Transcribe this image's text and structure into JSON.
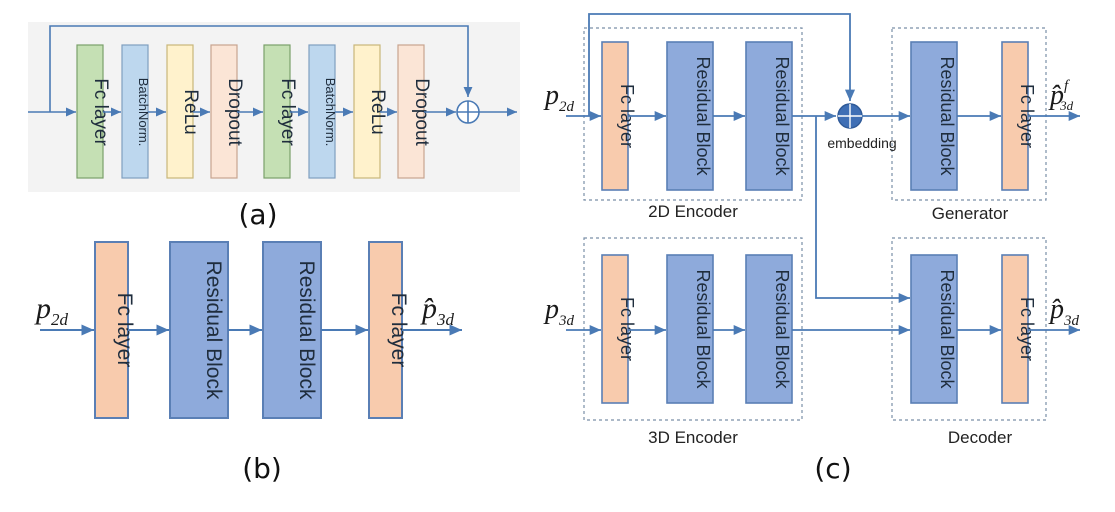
{
  "panel_a": {
    "caption": "(a)",
    "blocks": [
      "Fc layer",
      "BatchNorm.",
      "ReLu",
      "Dropout",
      "Fc layer",
      "BatchNorm.",
      "ReLu",
      "Dropout"
    ]
  },
  "panel_b": {
    "caption": "(b)",
    "input_var": "p",
    "input_sub": "2d",
    "output_var": "p̂",
    "output_sub": "3d",
    "blocks": [
      "Fc layer",
      "Residual Block",
      "Residual Block",
      "Fc layer"
    ]
  },
  "panel_c": {
    "caption": "(c)",
    "embedding_label": "embedding",
    "encoder_2d": {
      "label": "2D Encoder",
      "input_var": "p",
      "input_sub": "2d",
      "blocks": [
        "Fc layer",
        "Residual Block",
        "Residual Block"
      ]
    },
    "generator": {
      "label": "Generator",
      "output_var": "p̂",
      "output_sub": "3d",
      "output_sup": "f",
      "blocks": [
        "Residual Block",
        "Fc layer"
      ]
    },
    "encoder_3d": {
      "label": "3D Encoder",
      "input_var": "p",
      "input_sub": "3d",
      "blocks": [
        "Fc layer",
        "Residual Block",
        "Residual Block"
      ]
    },
    "decoder": {
      "label": "Decoder",
      "output_var": "p̂",
      "output_sub": "3d",
      "blocks": [
        "Residual Block",
        "Fc layer"
      ]
    }
  },
  "colors": {
    "fc": "#f8cbad",
    "residual": "#8eaadb",
    "batchnorm": "#bdd7ee",
    "relu": "#fff2cc",
    "dropout": "#fbe5d6",
    "fc_a": "#c5e0b4",
    "arrow": "#4a7ab5",
    "block_border": "#5a7fb5"
  }
}
